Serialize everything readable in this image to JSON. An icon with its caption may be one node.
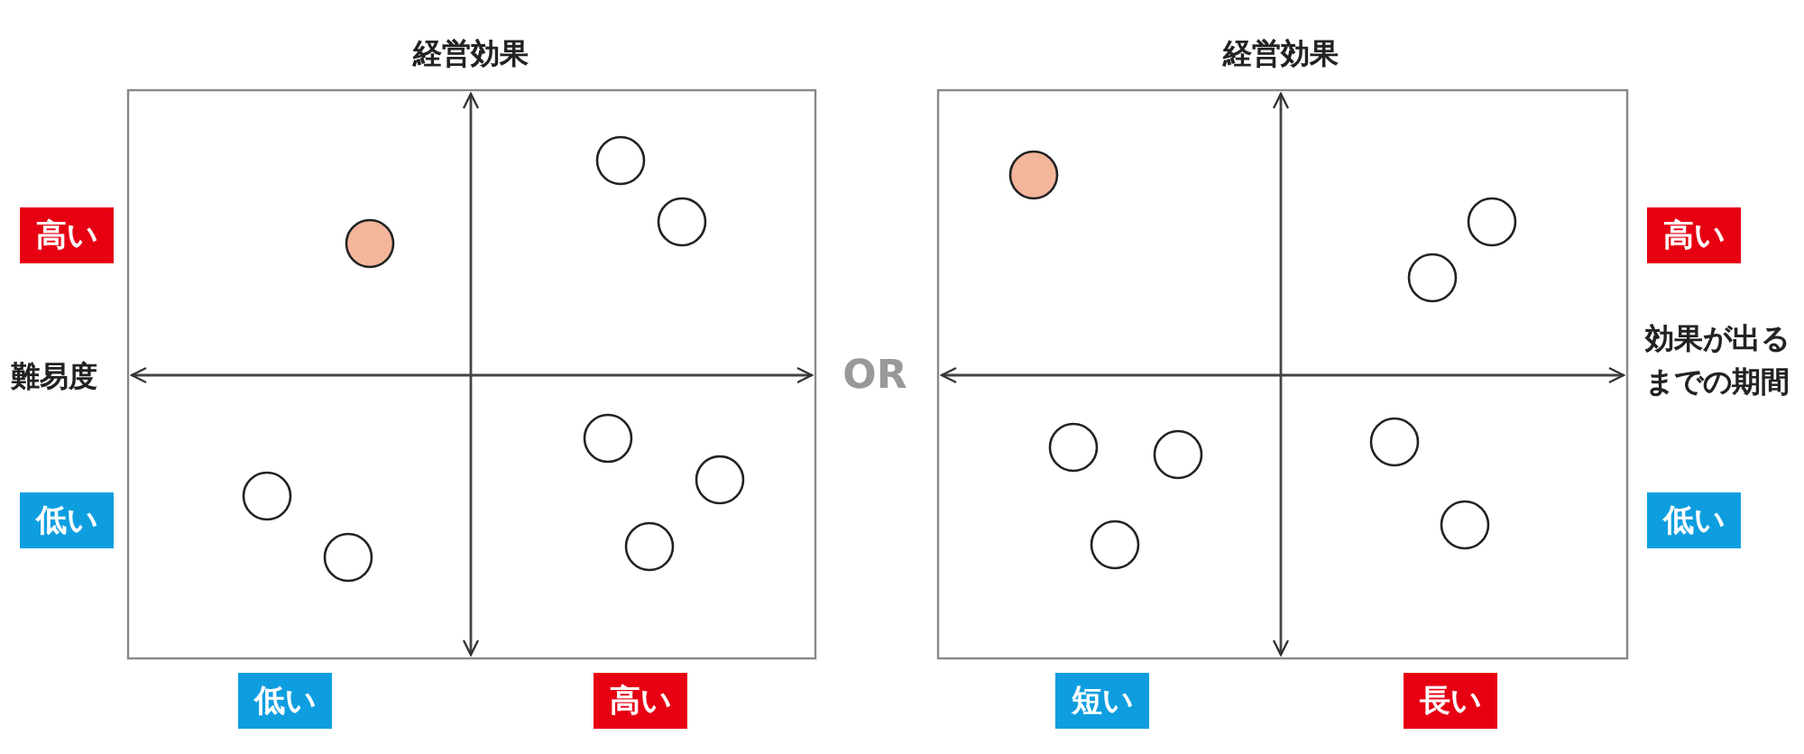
{
  "diagram": {
    "nodes": [
      {
        "text": [
          "高い"
        ]
      },
      {
        "text": [
          "低い"
        ]
      },
      {
        "text": [
          "低い"
        ]
      },
      {
        "text": [
          "高い"
        ]
      },
      {
        "text": [
          "高い"
        ]
      },
      {
        "text": [
          "低い"
        ]
      },
      {
        "text": [
          "短い"
        ]
      },
      {
        "text": [
          "長い"
        ]
      }
    ],
    "labels": [
      "経営効果",
      "難易度",
      "OR",
      "経営効果",
      "効果が出るまでの期間"
    ]
  }
}
